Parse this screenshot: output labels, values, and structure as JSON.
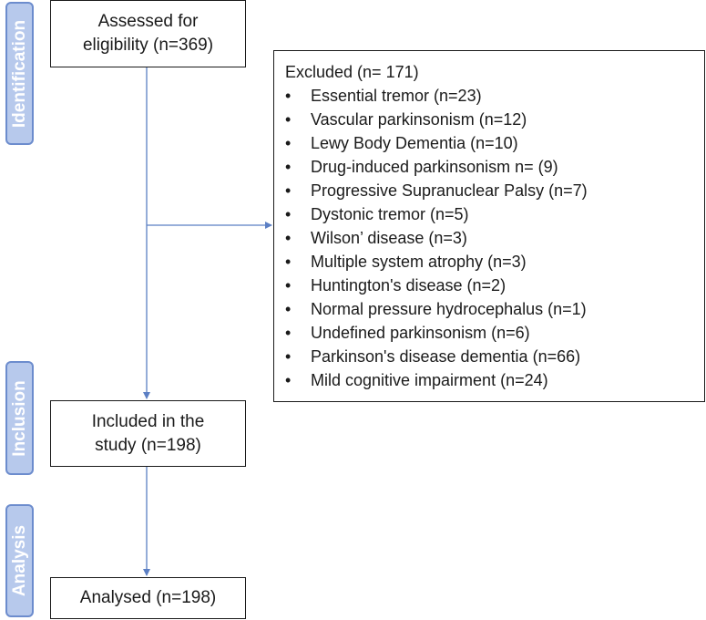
{
  "stages": {
    "identification": "Identification",
    "inclusion": "Inclusion",
    "analysis": "Analysis"
  },
  "boxes": {
    "assessed_line1": "Assessed for",
    "assessed_line2": "eligibility (n=369)",
    "included_line1": "Included in the",
    "included_line2": "study (n=198)",
    "analysed": "Analysed (n=198)"
  },
  "excluded": {
    "title": "Excluded  (n= 171)",
    "items": [
      "Essential tremor (n=23)",
      "Vascular parkinsonism (n=12)",
      "Lewy Body Dementia (n=10)",
      "Drug-induced parkinsonism n= (9)",
      "Progressive Supranuclear Palsy (n=7)",
      "Dystonic tremor (n=5)",
      "Wilson’ disease (n=3)",
      "Multiple system atrophy (n=3)",
      "Huntington's disease (n=2)",
      "Normal pressure hydrocephalus (n=1)",
      "Undefined parkinsonism (n=6)",
      "Parkinson's disease dementia (n=66)",
      "Mild cognitive impairment (n=24)"
    ]
  },
  "colors": {
    "stage_fill": "#b7c9ec",
    "stage_border": "#6c8ccd",
    "arrow": "#5b7fc4"
  }
}
